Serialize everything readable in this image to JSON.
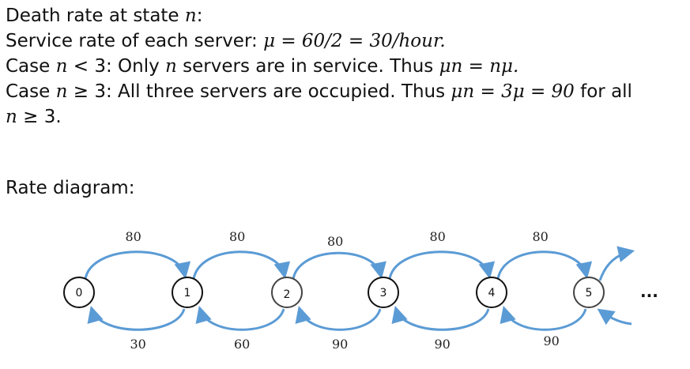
{
  "text": {
    "line1": {
      "prefix": "Death rate at state ",
      "var": "n",
      "suffix": ":"
    },
    "line2": {
      "prefix": "Service rate of each server: ",
      "math": "μ = 60/2 = 30/hour."
    },
    "line3": {
      "prefix": "Case ",
      "var": "n",
      "cond": " < 3: Only ",
      "var2": "n",
      "mid": " servers are in service. Thus ",
      "math": "μn = nμ."
    },
    "line4": {
      "prefix": "Case ",
      "var": "n",
      "cond": " ≥ 3: All three servers are occupied. Thus ",
      "math": "μn = 3μ = 90",
      "suffix": " for all"
    },
    "line5": {
      "var": "n",
      "suffix": " ≥ 3."
    },
    "rate_heading": "Rate diagram:"
  },
  "diagram": {
    "states": [
      "0",
      "1",
      "2",
      "3",
      "4",
      "5"
    ],
    "birth_rates": [
      "80",
      "80",
      "80",
      "80",
      "80"
    ],
    "death_rates": [
      "30",
      "60",
      "90",
      "90",
      "90"
    ],
    "continuation": "...",
    "arrow_color": "#5b9bd5"
  }
}
